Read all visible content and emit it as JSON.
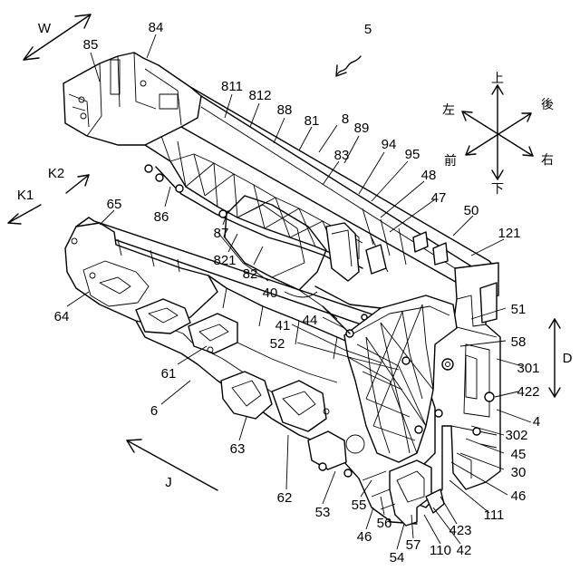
{
  "figure_number": "5",
  "direction_compass": {
    "up": "上",
    "down": "下",
    "left": "左",
    "right": "右",
    "front": "前",
    "rear": "後"
  },
  "axis_labels": {
    "W": "W",
    "K1": "K1",
    "K2": "K2",
    "J": "J",
    "D": "D"
  },
  "reference_numerals": [
    "84",
    "85",
    "811",
    "812",
    "88",
    "81",
    "8",
    "89",
    "83",
    "94",
    "95",
    "48",
    "47",
    "50",
    "121",
    "86",
    "87",
    "821",
    "82",
    "65",
    "64",
    "40",
    "44",
    "41",
    "52",
    "51",
    "58",
    "301",
    "422",
    "61",
    "6",
    "63",
    "62",
    "53",
    "55",
    "56",
    "46",
    "57",
    "54",
    "110",
    "42",
    "423",
    "111",
    "30",
    "45",
    "302",
    "4"
  ]
}
